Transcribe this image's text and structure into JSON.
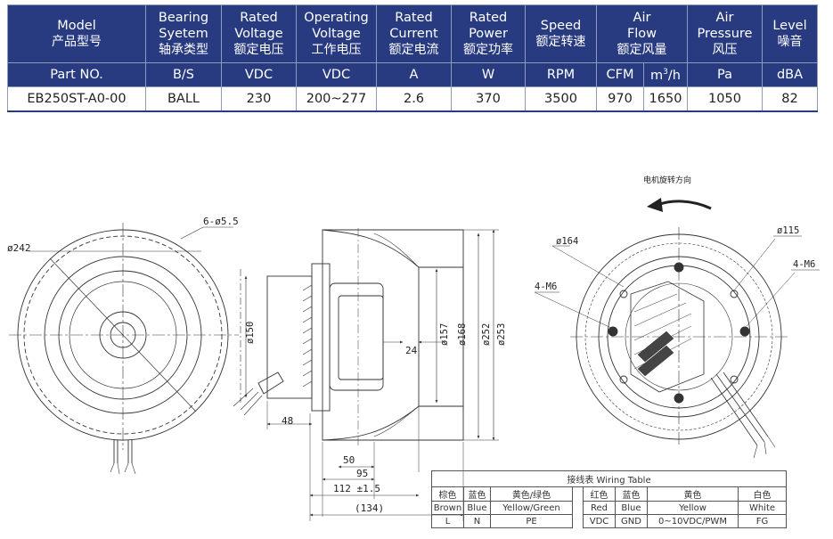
{
  "spec_table": {
    "headers": [
      {
        "l1": "Model",
        "l2": "产品型号"
      },
      {
        "l1": "Bearing",
        "l2": "Syetem",
        "l3": "轴承类型"
      },
      {
        "l1": "Rated",
        "l2": "Voltage",
        "l3": "额定电压"
      },
      {
        "l1": "Operating",
        "l2": "Voltage",
        "l3": "工作电压"
      },
      {
        "l1": "Rated",
        "l2": "Current",
        "l3": "额定电流"
      },
      {
        "l1": "Rated",
        "l2": "Power",
        "l3": "额定功率"
      },
      {
        "l1": "Speed",
        "l2": "额定转速"
      },
      {
        "l1": "Air",
        "l2": "Flow",
        "l3": "额定风量"
      },
      {
        "l1": "Air",
        "l2": "Pressure",
        "l3": "风压"
      },
      {
        "l1": "Level",
        "l2": "噪音"
      }
    ],
    "units": [
      "Part NO.",
      "B/S",
      "VDC",
      "VDC",
      "A",
      "W",
      "RPM",
      "CFM",
      "m",
      "/h",
      "Pa",
      "dBA"
    ],
    "unit_sup": "3",
    "values": [
      "EB250ST-A0-00",
      "BALL",
      "230",
      "200~277",
      "2.6",
      "370",
      "3500",
      "970",
      "1650",
      "1050",
      "82"
    ]
  },
  "drawing": {
    "left": {
      "dia_outer": "ø242",
      "holes": "6-ø5.5"
    },
    "side": {
      "d150": "ø150",
      "d157": "ø157",
      "d168": "ø168",
      "d252": "ø252",
      "d253": "ø253",
      "dim24": "24",
      "dim48": "48",
      "dim50": "50",
      "dim95": "95",
      "dim112": "112 ±1.5",
      "dim134": "(134)"
    },
    "right": {
      "rotation_label": "电机旋转方向",
      "d164": "ø164",
      "d115": "ø115",
      "m6_left": "4-M6",
      "m6_right": "4-M6"
    }
  },
  "wiring_table": {
    "title": "接线表 Wiring Table",
    "zh": [
      "棕色",
      "蓝色",
      "黄色/绿色",
      "红色",
      "蓝色",
      "黄色",
      "白色"
    ],
    "en": [
      "Brown",
      "Blue",
      "Yellow/Green",
      "Red",
      "Blue",
      "Yellow",
      "White"
    ],
    "func": [
      "L",
      "N",
      "PE",
      "VDC",
      "GND",
      "0~10VDC/PWM",
      "FG"
    ]
  }
}
